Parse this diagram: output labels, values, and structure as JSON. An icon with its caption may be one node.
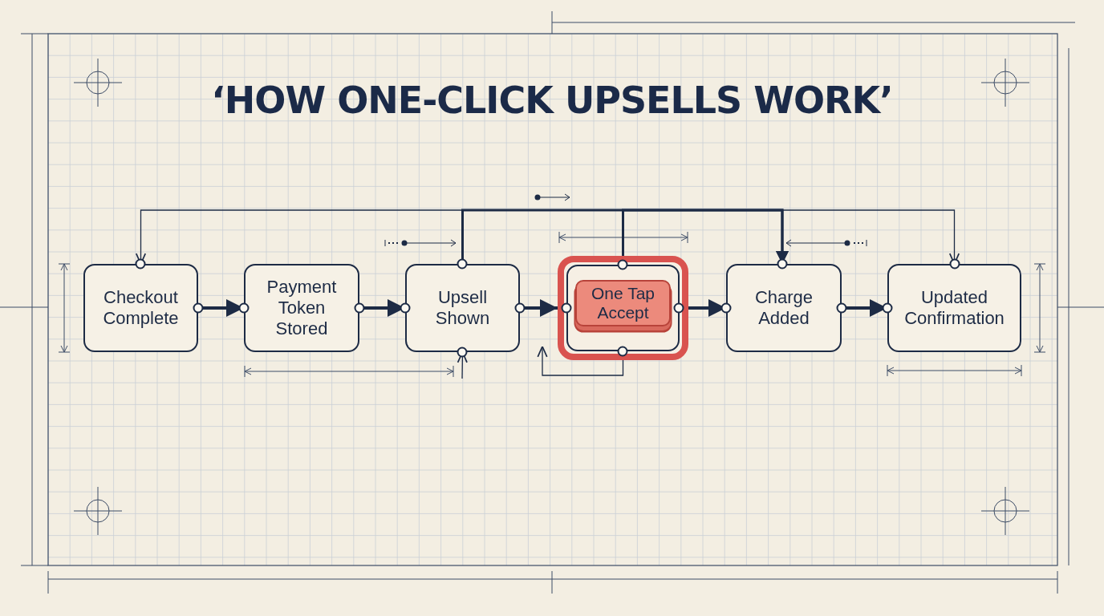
{
  "diagram": {
    "title": "‘HOW ONE-CLICK UPSELLS WORK’",
    "nodes": [
      {
        "text": [
          "Checkout Complete"
        ]
      },
      {
        "text": [
          "Payment Token Stored"
        ]
      },
      {
        "text": [
          "Upsell Shown"
        ]
      },
      {
        "text": [],
        "shape": "box"
      },
      {
        "text": [
          "One Tap Accept"
        ],
        "in": 3
      },
      {
        "text": [
          "Charge Added"
        ]
      },
      {
        "text": [
          "Updated Confirmation"
        ]
      }
    ],
    "edges": [
      {
        "from": 0,
        "to": 1,
        "arrow": "to"
      },
      {
        "from": 1,
        "to": 2,
        "arrow": "to"
      },
      {
        "from": 2,
        "to": 3,
        "arrow": "to"
      },
      {
        "from": 3,
        "to": 5,
        "arrow": "to"
      },
      {
        "from": 5,
        "to": 6,
        "arrow": "to"
      },
      {
        "from": 2,
        "to": 5,
        "arrow": "to"
      },
      {
        "from": 3,
        "to": 5,
        "arrow": "to"
      },
      {
        "from": 2,
        "to": 0,
        "arrow": "to"
      },
      {
        "from": 2,
        "to": 6,
        "arrow": "to"
      },
      {
        "from": 3,
        "to": null,
        "arrow": "to"
      },
      {
        "from": null,
        "to": 2,
        "arrow": "to"
      }
    ]
  }
}
